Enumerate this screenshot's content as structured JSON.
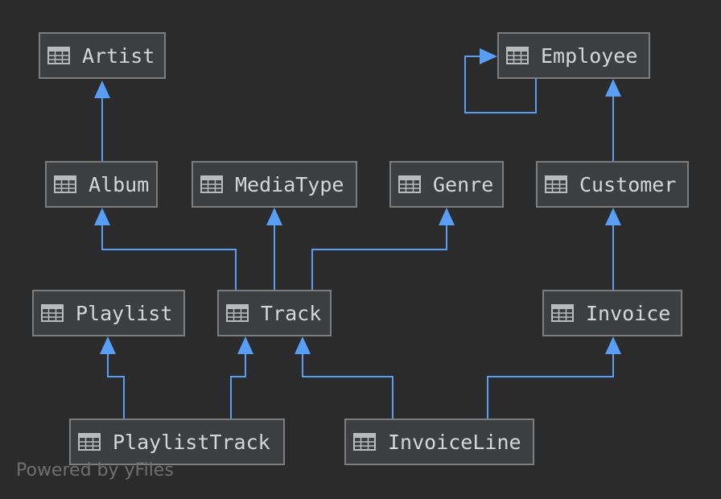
{
  "diagram": {
    "tables": [
      {
        "id": "artist",
        "name": "Artist"
      },
      {
        "id": "employee",
        "name": "Employee"
      },
      {
        "id": "album",
        "name": "Album"
      },
      {
        "id": "mediatype",
        "name": "MediaType"
      },
      {
        "id": "genre",
        "name": "Genre"
      },
      {
        "id": "customer",
        "name": "Customer"
      },
      {
        "id": "playlist",
        "name": "Playlist"
      },
      {
        "id": "track",
        "name": "Track"
      },
      {
        "id": "invoice",
        "name": "Invoice"
      },
      {
        "id": "playlisttrack",
        "name": "PlaylistTrack"
      },
      {
        "id": "invoiceline",
        "name": "InvoiceLine"
      }
    ],
    "relationships": [
      {
        "from": "album",
        "to": "artist"
      },
      {
        "from": "employee",
        "to": "employee"
      },
      {
        "from": "customer",
        "to": "employee"
      },
      {
        "from": "track",
        "to": "album"
      },
      {
        "from": "track",
        "to": "mediatype"
      },
      {
        "from": "track",
        "to": "genre"
      },
      {
        "from": "invoice",
        "to": "customer"
      },
      {
        "from": "playlisttrack",
        "to": "playlist"
      },
      {
        "from": "playlisttrack",
        "to": "track"
      },
      {
        "from": "invoiceline",
        "to": "track"
      },
      {
        "from": "invoiceline",
        "to": "invoice"
      }
    ],
    "icon": "table-icon",
    "colors": {
      "background": "#2b2b2b",
      "node_fill": "#3c3f41",
      "node_border": "#7d7d7d",
      "node_text": "#d4d7da",
      "edge": "#589df6",
      "watermark": "#6f6f6f"
    }
  },
  "watermark": "Powered by yFiles"
}
